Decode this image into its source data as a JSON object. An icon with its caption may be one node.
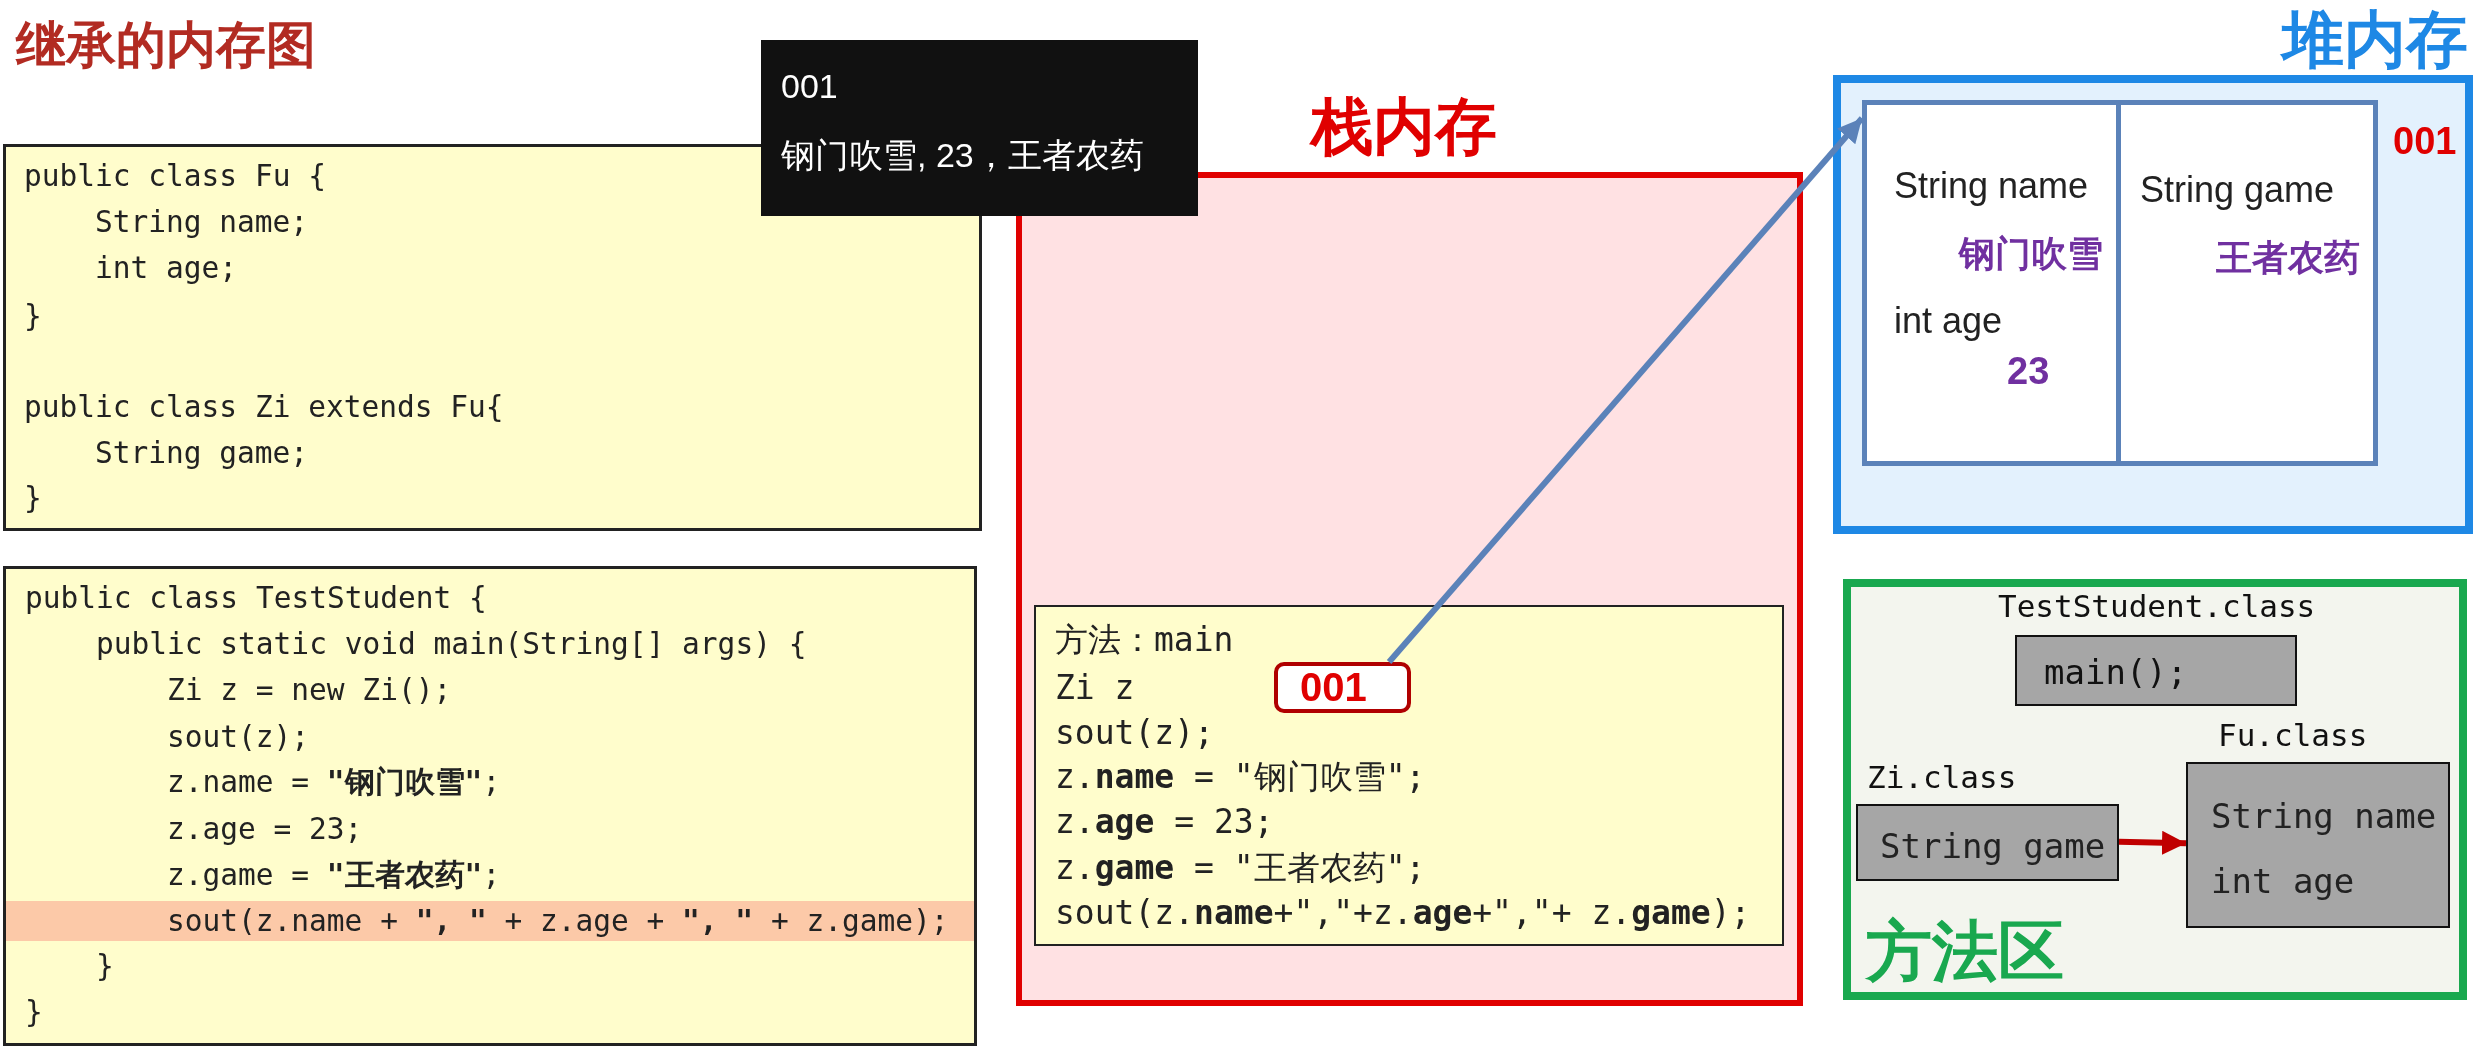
{
  "diagram": {
    "title": "继承的内存图",
    "nodes": [
      {
        "text": [
          "public class Fu {",
          "String name;",
          "int age;",
          "}",
          "public class Zi extends Fu{",
          "String game;",
          "}"
        ]
      },
      {
        "text": [
          "public class TestStudent {",
          "public static void main(String[] args) {",
          "Zi z = new Zi();",
          "sout(z);",
          "z.name = **\"钢门吹雪\"**;",
          "z.age = 23;",
          "z.game = **\"王者农药\"**;",
          "sout(z.name + **\", \"** + z.age + **\", \"** + z.game);",
          "}",
          "}"
        ]
      },
      {
        "text": [
          "001",
          "钢门吹雪, 23，王者农药"
        ]
      },
      {
        "text": [
          "栈内存"
        ]
      },
      {
        "text": [
          "方法：main",
          "Zi z",
          "sout(z);",
          "z.**name** = \"钢门吹雪\";",
          "z.**age** = 23;",
          "z.**game** = \"王者农药\";",
          "sout(z.**name**+\",\"+z.**age**+\",\"+ z.**game**);"
        ],
        "in": 3
      },
      {
        "text": [
          "001"
        ],
        "in": 4
      },
      {
        "text": [
          "堆内存",
          "001"
        ]
      },
      {
        "text": [],
        "shape": "box",
        "in": 6
      },
      {
        "text": [
          "String name",
          "钢门吹雪",
          "int age",
          "23"
        ],
        "in": 7
      },
      {
        "text": [
          "String game",
          "王者农药"
        ],
        "in": 7
      },
      {
        "text": [
          "方法区"
        ]
      },
      {
        "text": [
          "TestStudent.class",
          "main();"
        ],
        "in": 10
      },
      {
        "text": [
          "Zi.class",
          "String game"
        ],
        "in": 10
      },
      {
        "text": [
          "Fu.class",
          "String name",
          "int age"
        ],
        "in": 10
      }
    ],
    "edges": [
      {
        "from": 5,
        "to": 7,
        "arrow": "to",
        "color": "#5b82b9"
      },
      {
        "from": 12,
        "to": 13,
        "arrow": "to",
        "color": "#c00000"
      }
    ]
  }
}
